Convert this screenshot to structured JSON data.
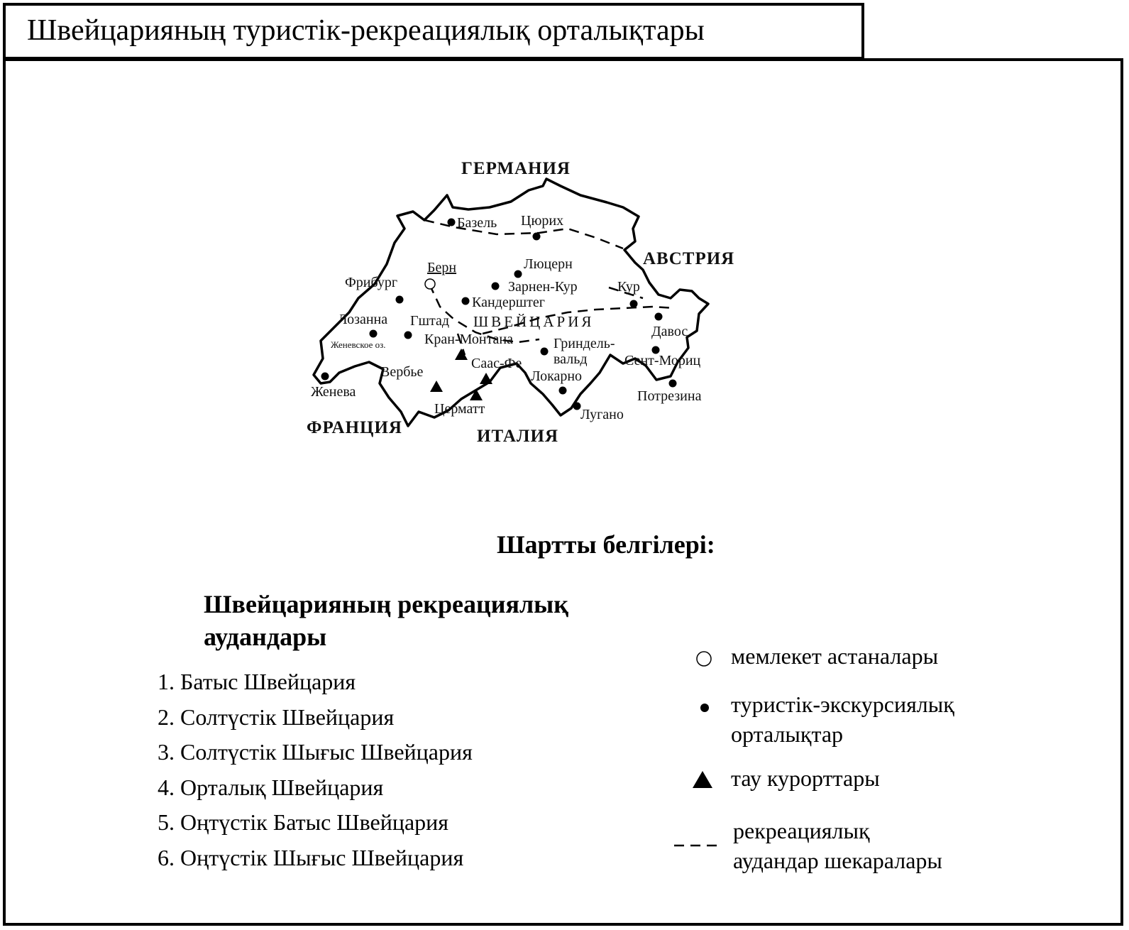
{
  "title": "Швейцарияның туристік-рекреациялық орталықтары",
  "map": {
    "countries": {
      "germany": "ГЕРМАНИЯ",
      "austria": "АВСТРИЯ",
      "france": "ФРАНЦИЯ",
      "italy": "ИТАЛИЯ"
    },
    "country_name": "ШВЕЙЦАРИЯ",
    "capital": "Берн",
    "cities": [
      "Базель",
      "Цюрих",
      "Люцерн",
      "Зарнен-Кур",
      "Кур",
      "Кандерштег",
      "Фрибург",
      "Лозанна",
      "Гштад",
      "Давос",
      "Женевское оз.",
      "Женева",
      "Гриндельвальд",
      "Сент-Мориц",
      "Локарно",
      "Потрезина",
      "Лугано"
    ],
    "city_labels": {
      "grindelwald_1": "Гриндель-",
      "grindelwald_2": "вальд"
    },
    "resorts": [
      "Кран-Монтана",
      "Саас-Фе",
      "Вербье",
      "Церматт"
    ]
  },
  "legend": {
    "title": "Шартты белгілері:",
    "regions_title": "Швейцарияның рекреациялық аудандары",
    "regions": [
      "1. Батыс Швейцария",
      "2. Солтүстік Швейцария",
      "3. Солтүстік Шығыс Швейцария",
      "4. Орталық Швейцария",
      "5. Оңтүстік Батыс Швейцария",
      "6. Оңтүстік Шығыс Швейцария"
    ],
    "symbols": {
      "capital": "мемлекет астаналары",
      "tourist_line1": "туристік-экскурсиялық",
      "tourist_line2": "орталықтар",
      "resort": "тау курорттары",
      "boundary_line1": "рекреациялық",
      "boundary_line2": "аудандар шекаралары"
    }
  }
}
